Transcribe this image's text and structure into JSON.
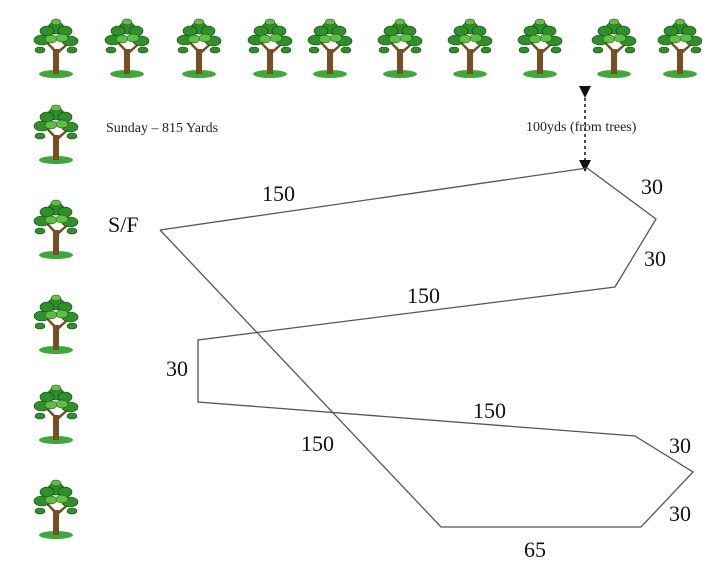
{
  "title": "Sunday – 815 Yards",
  "distance_note": "100yds (from trees)",
  "start_label": "S/F",
  "segment_labels": [
    "150",
    "30",
    "30",
    "150",
    "30",
    "150",
    "30",
    "30",
    "65",
    "150"
  ],
  "colors": {
    "background": "#ffffff",
    "route_line": "#555555",
    "tree_leaf": "#2f8f2a",
    "tree_trunk": "#7a4e22"
  },
  "icons": {
    "tree": "tree-icon",
    "arrow": "double-arrow-icon"
  }
}
